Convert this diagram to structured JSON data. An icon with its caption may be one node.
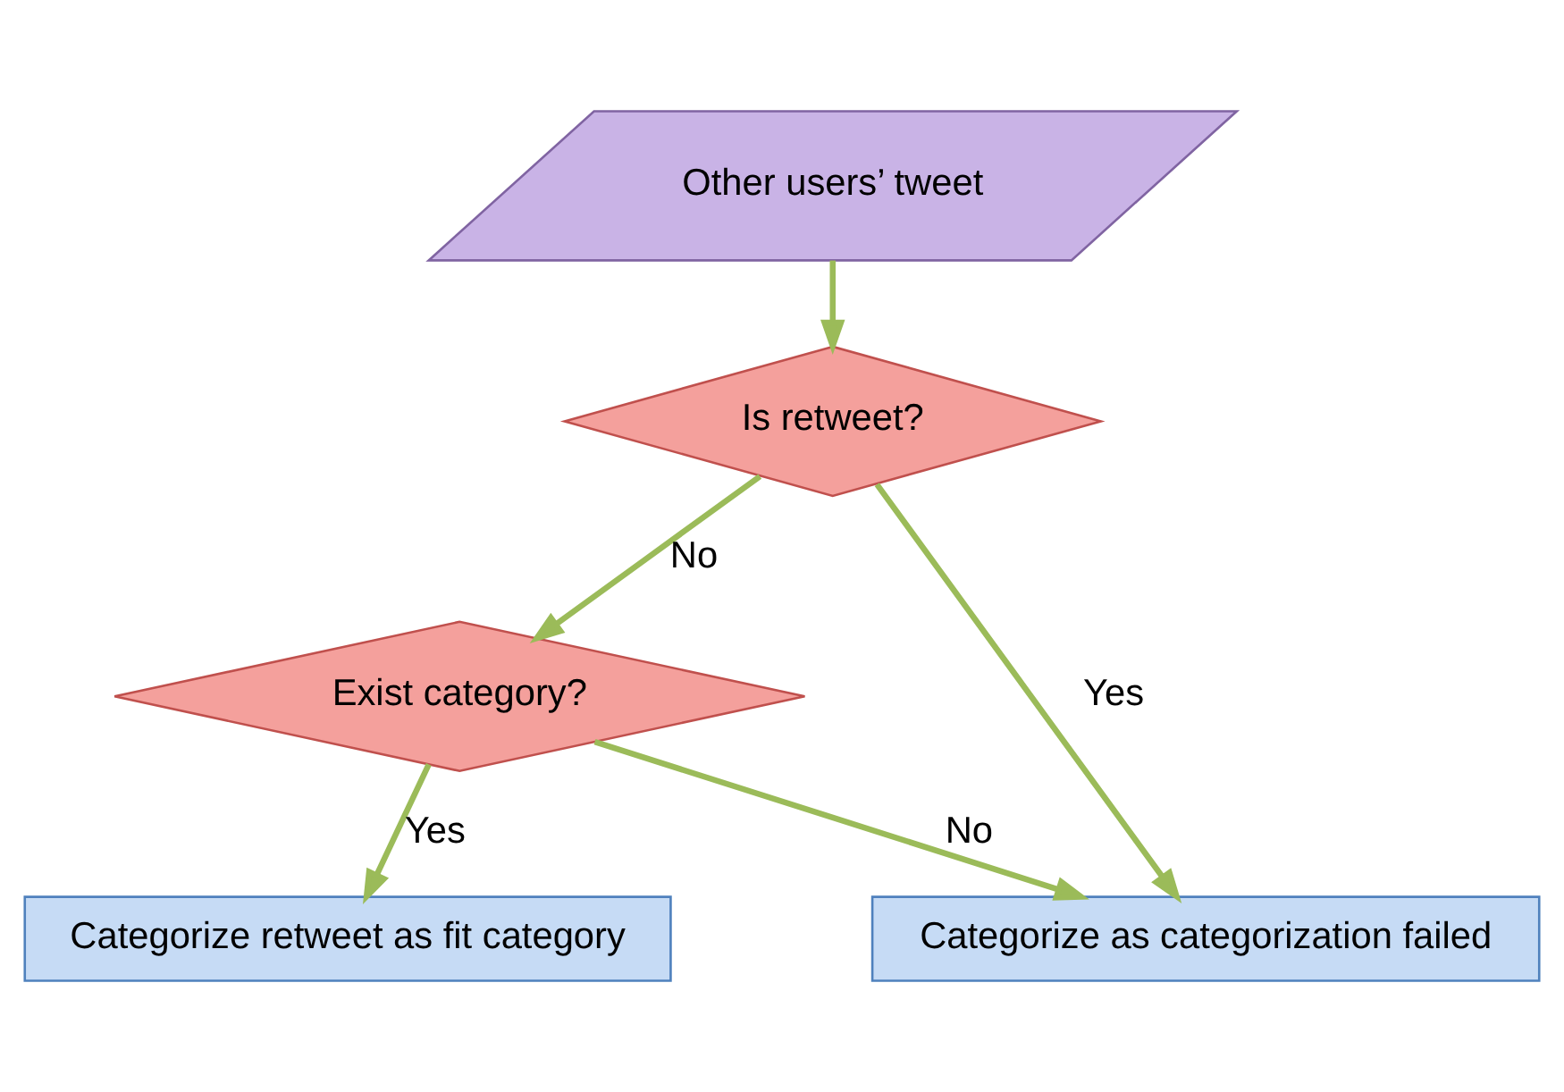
{
  "diagram": {
    "nodes": [
      {
        "text": [
          "Other users’ tweet"
        ]
      },
      {
        "text": [
          "Is retweet?"
        ]
      },
      {
        "text": [
          "Exist category?"
        ]
      },
      {
        "text": [
          "Categorize retweet as fit category"
        ]
      },
      {
        "text": [
          "Categorize as categorization failed"
        ]
      }
    ],
    "edges": [
      {
        "from": 0,
        "to": 1,
        "arrow": "to"
      },
      {
        "from": 1,
        "to": 4,
        "arrow": "to",
        "label": "Yes"
      },
      {
        "from": 1,
        "to": 2,
        "arrow": "to",
        "label": "No"
      },
      {
        "from": 2,
        "to": 4,
        "arrow": "to",
        "label": "No"
      },
      {
        "from": 2,
        "to": 3,
        "arrow": "to",
        "label": "Yes"
      }
    ]
  }
}
